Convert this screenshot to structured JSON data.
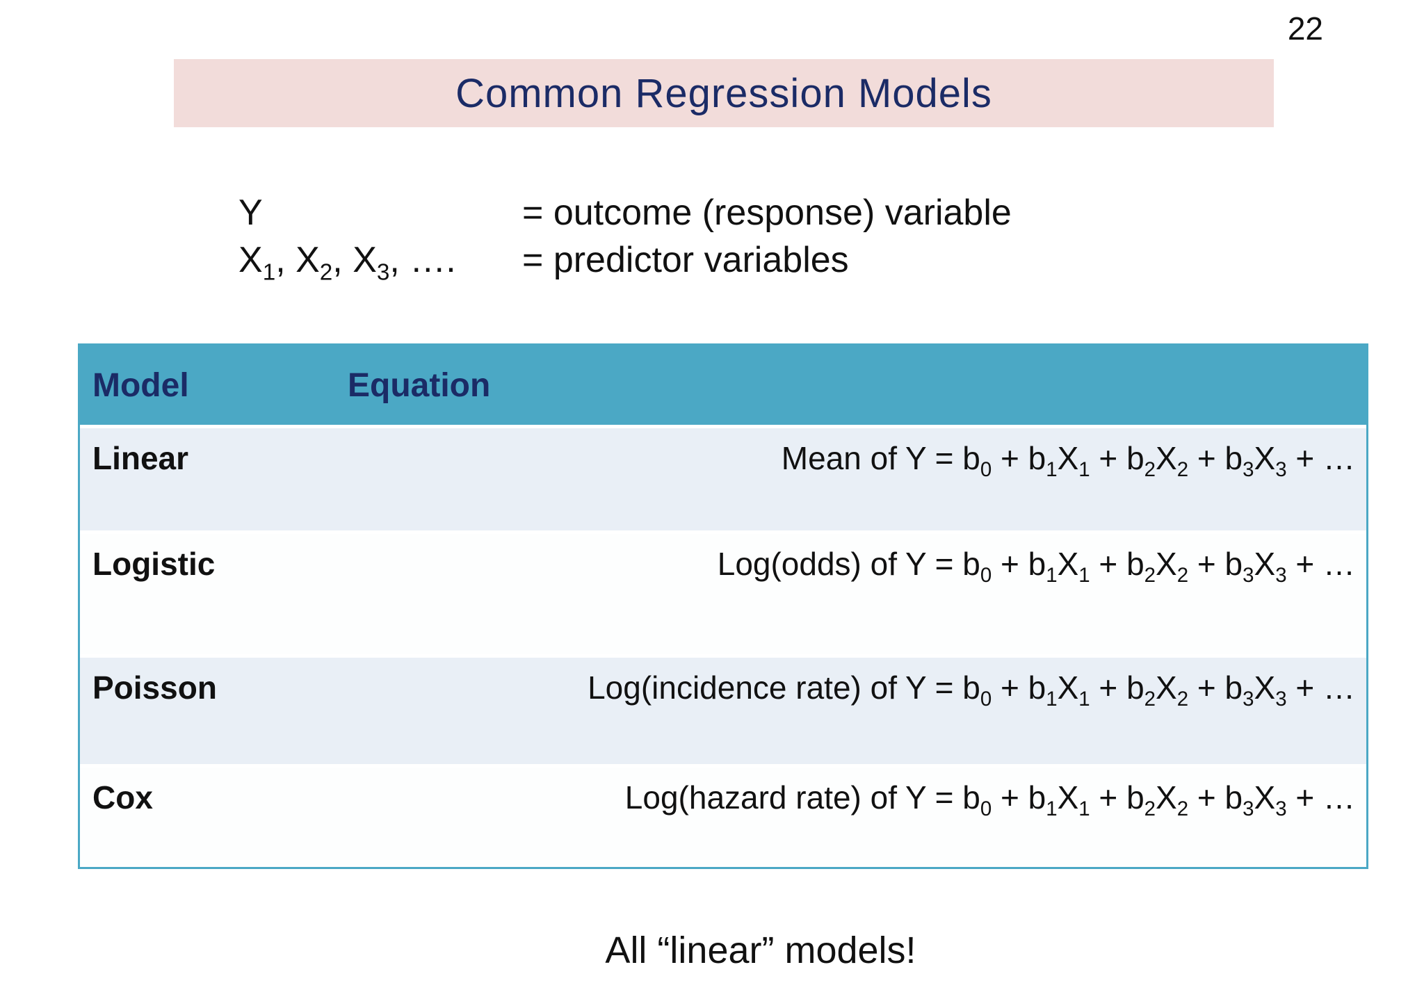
{
  "page": {
    "number": "22"
  },
  "title": {
    "text": "Common Regression Models"
  },
  "definitions": [
    {
      "symbol": "Y",
      "definition": "= outcome (response) variable"
    },
    {
      "symbol": "X~1~, X~2~, X~3~, ….",
      "definition": "= predictor variables"
    }
  ],
  "table": {
    "headers": [
      "Model",
      "Equation"
    ],
    "rows": [
      {
        "model": "Linear",
        "equation": "Mean of Y = b~0~ + b~1~X~1~ + b~2~X~2~ + b~3~X~3~ + …"
      },
      {
        "model": "Logistic",
        "equation": "Log(odds) of Y = b~0~ + b~1~X~1~ + b~2~X~2~ + b~3~X~3~ + …"
      },
      {
        "model": "Poisson",
        "equation": "Log(incidence rate) of Y = b~0~ + b~1~X~1~ + b~2~X~2~ + b~3~X~3~ + …"
      },
      {
        "model": "Cox",
        "equation": "Log(hazard rate) of Y = b~0~ + b~1~X~1~ + b~2~X~2~ + b~3~X~3~ + …"
      }
    ]
  },
  "footer": {
    "text": "All “linear” models!"
  },
  "colors": {
    "header_bg": "#4ba8c5",
    "row_light": "#e9eff6",
    "row_white": "#fdfefe",
    "banner_bg": "#f2dcda",
    "heading_text": "#1b2b66"
  }
}
